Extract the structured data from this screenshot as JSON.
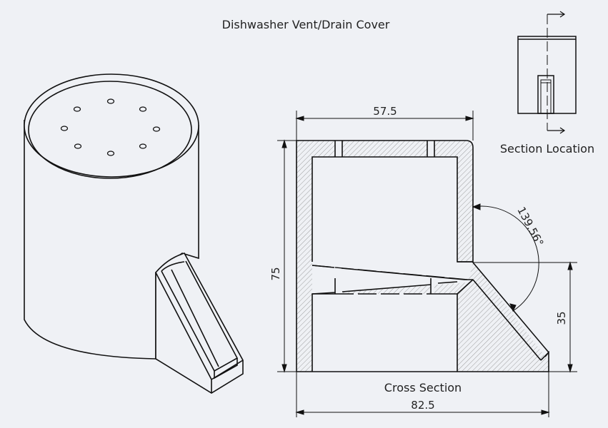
{
  "title": "Dishwasher Vent/Drain Cover",
  "views": {
    "cross_section_label": "Cross Section",
    "section_location_label": "Section Location"
  },
  "dimensions": {
    "width_top": "57.5",
    "height": "75",
    "width_total": "82.5",
    "outlet_height": "35",
    "angle": "139.56°"
  },
  "colors": {
    "background": "#eff1f5",
    "line": "#111111",
    "hatch": "#888888"
  }
}
